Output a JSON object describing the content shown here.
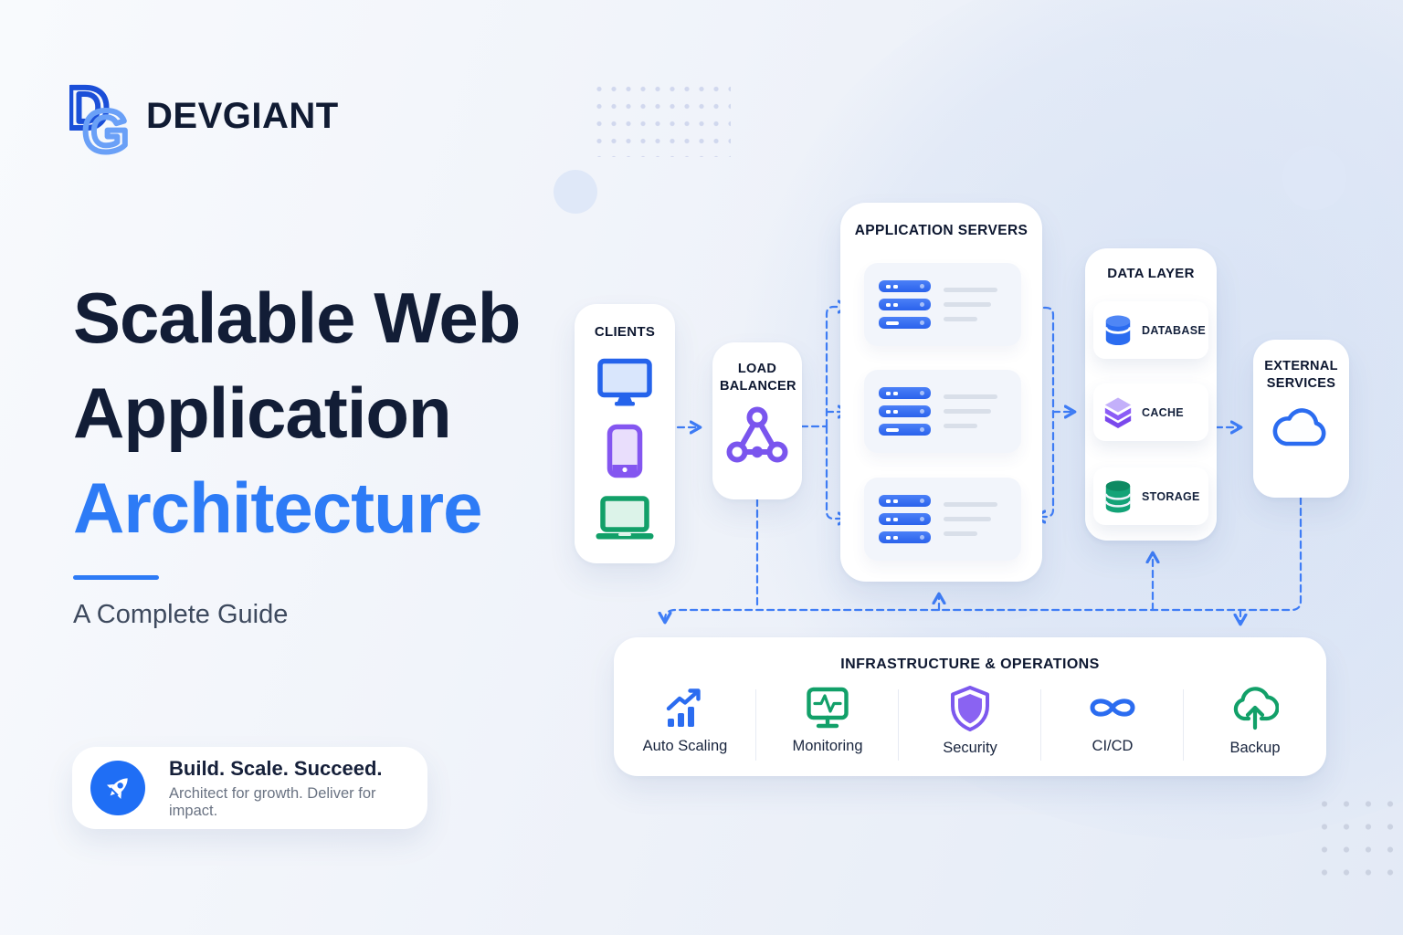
{
  "brand": {
    "name": "DEVGIANT",
    "monogram_d": "D",
    "monogram_g": "G"
  },
  "hero": {
    "title_line1": "Scalable Web",
    "title_line2": "Application",
    "title_line3": "Architecture",
    "subtitle": "A Complete Guide"
  },
  "badge": {
    "title": "Build. Scale. Succeed.",
    "subtitle": "Architect for growth. Deliver for impact.",
    "icon": "rocket-icon"
  },
  "diagram": {
    "clients": {
      "title": "CLIENTS",
      "icons": [
        "desktop-icon",
        "smartphone-icon",
        "laptop-icon"
      ]
    },
    "load_balancer": {
      "title": "LOAD BALANCER",
      "icon": "network-nodes-icon"
    },
    "app_servers": {
      "title": "APPLICATION SERVERS",
      "server_count": 3,
      "icon": "server-stack-icon"
    },
    "data_layer": {
      "title": "DATA LAYER",
      "items": [
        {
          "label": "DATABASE",
          "icon": "database-cylinder-icon"
        },
        {
          "label": "CACHE",
          "icon": "cache-stack-icon"
        },
        {
          "label": "STORAGE",
          "icon": "storage-discs-icon"
        }
      ]
    },
    "external_services": {
      "title": "EXTERNAL SERVICES",
      "icon": "cloud-icon"
    },
    "infrastructure": {
      "title": "INFRASTRUCTURE & OPERATIONS",
      "items": [
        {
          "label": "Auto Scaling",
          "icon": "growth-chart-icon"
        },
        {
          "label": "Monitoring",
          "icon": "monitor-pulse-icon"
        },
        {
          "label": "Security",
          "icon": "shield-icon"
        },
        {
          "label": "CI/CD",
          "icon": "infinity-icon"
        },
        {
          "label": "Backup",
          "icon": "cloud-upload-icon"
        }
      ]
    }
  },
  "colors": {
    "accent_blue": "#2d7bf6",
    "navy": "#121d36",
    "connector_blue": "#3f7df6",
    "purple": "#7c58ee",
    "green": "#12a069",
    "server_blue": "#2a62ec"
  }
}
